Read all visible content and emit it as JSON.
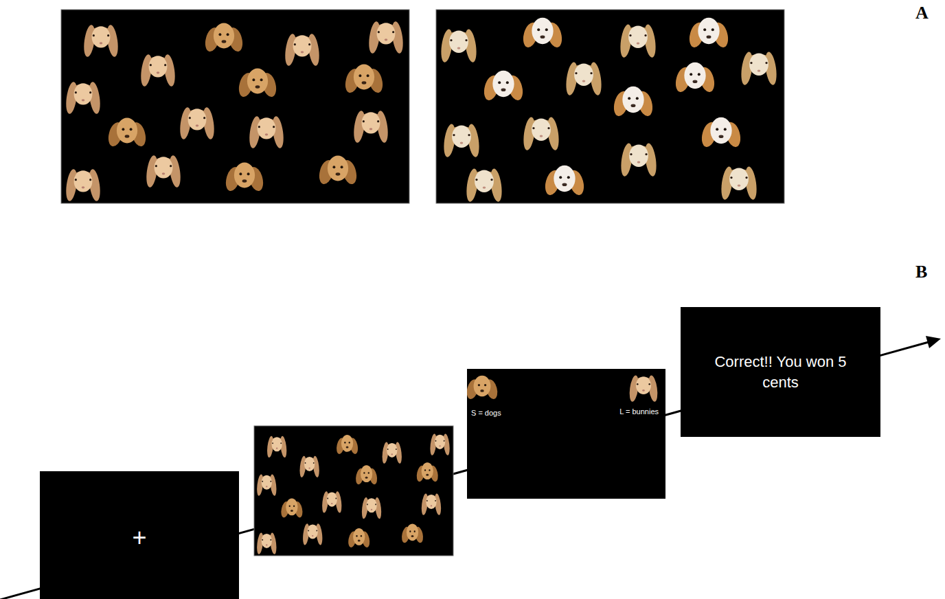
{
  "diagram": {
    "nodes": [
      {
        "text": [
          "+"
        ]
      },
      {
        "text": [
          "S = dogs",
          "L = bunnies"
        ]
      },
      {
        "text": [
          "Correct!! You won 5 cents"
        ]
      }
    ],
    "labels": [
      "A",
      "B"
    ]
  }
}
